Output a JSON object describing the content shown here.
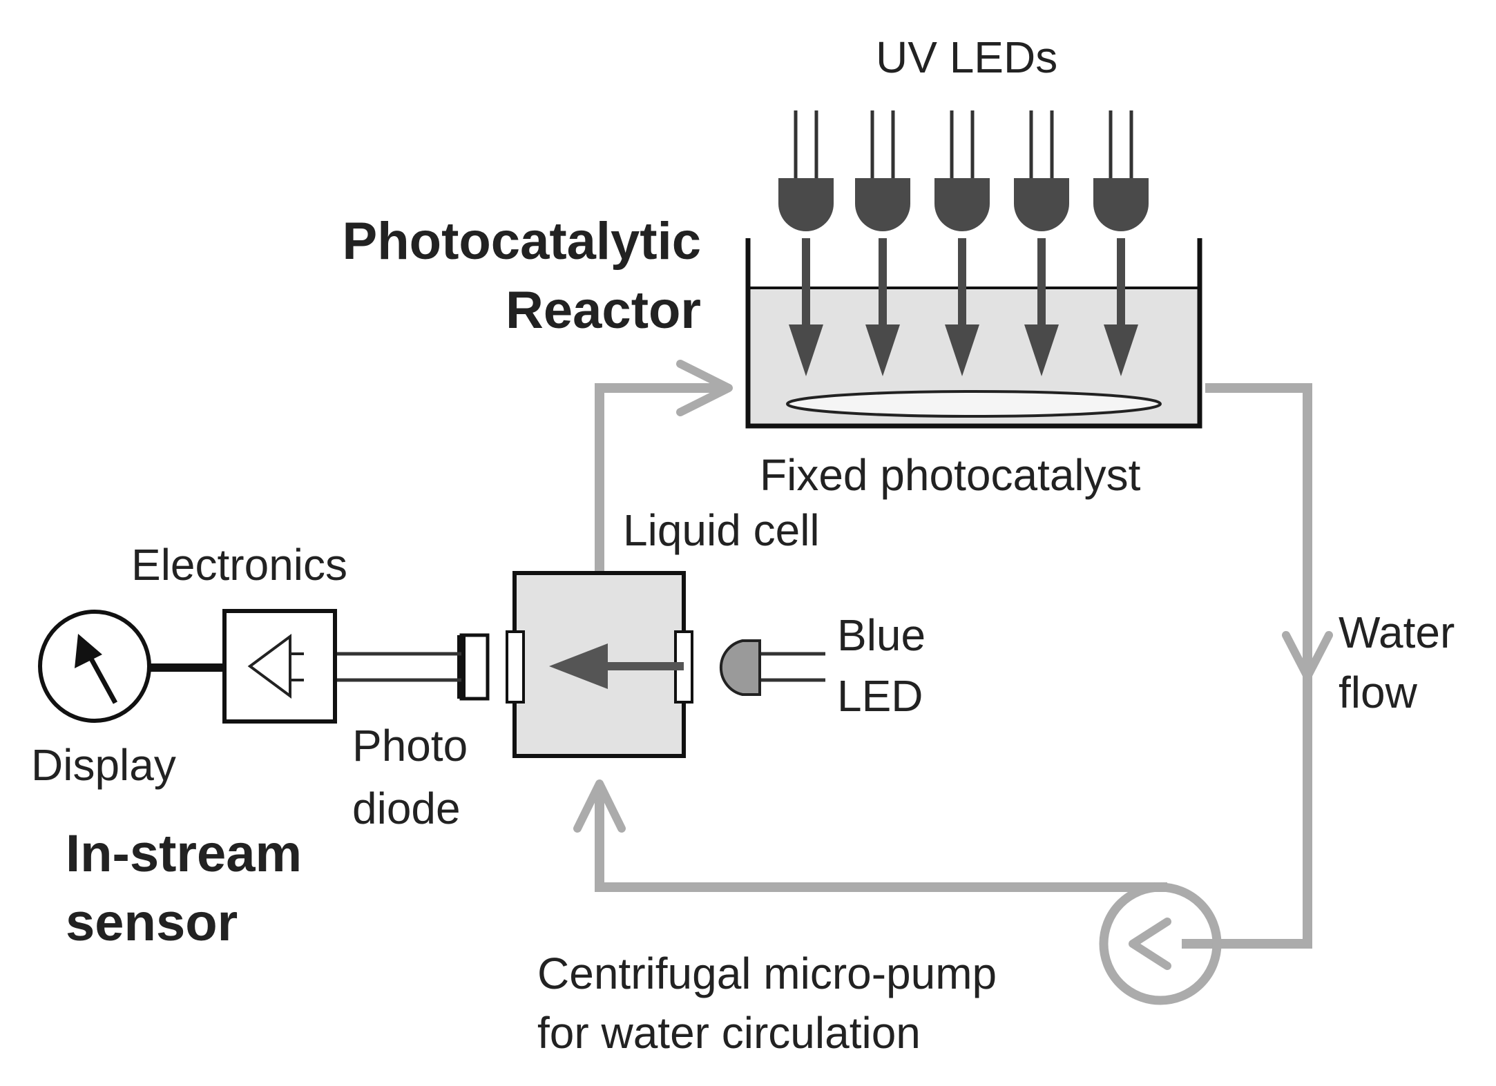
{
  "labels": {
    "uv_leds": "UV LEDs",
    "reactor_line1": "Photocatalytic",
    "reactor_line2": "Reactor",
    "fixed_photocatalyst": "Fixed photocatalyst",
    "liquid_cell": "Liquid cell",
    "electronics": "Electronics",
    "blue_led_line1": "Blue",
    "blue_led_line2": "LED",
    "water_flow_line1": "Water",
    "water_flow_line2": "flow",
    "display": "Display",
    "photodiode_line1": "Photo",
    "photodiode_line2": "diode",
    "sensor_line1": "In-stream",
    "sensor_line2": "sensor",
    "pump_line1": "Centrifugal micro-pump",
    "pump_line2": "for water circulation"
  },
  "colors": {
    "outline": "#111111",
    "led_fill": "#4a4a4a",
    "tank_fill": "#e2e2e2",
    "flow_line": "#ababab",
    "blue_led_fill": "#9a9a9a"
  }
}
